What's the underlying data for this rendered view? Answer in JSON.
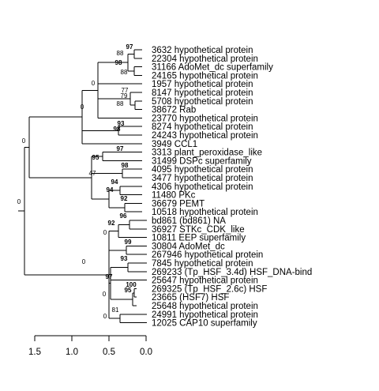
{
  "tree": {
    "leaves": [
      "3632 hypothetical protein",
      "22304 hypothetical protein",
      "31166 AdoMet_dc superfamily",
      "24165 hypothetical protein",
      "1957 hypothetical protein",
      "8147 hypothetical protein",
      "5708 hypothetical protein",
      "38672 Rab",
      "23770 hypothetical protein",
      "8274 hypothetical protein",
      "24243 hypothetical protein",
      "3949 CCL1",
      "3313 plant_peroxidase_like",
      "31499 DSPc superfamily",
      "4095 hypothetical protein",
      "3477 hypothetical protein",
      "4306 hypothetical protein",
      "11480 PKc",
      "36679 PEMT",
      "10518 hypothetical protein",
      "bd861 (bd861) NA",
      "36927 STKc_CDK_like",
      "10811 EEP superfamily",
      "30804 AdoMet_dc",
      "267946 hypothetical protein",
      "7845 hypothetical protein",
      "269233 (Tp_HSF_3.4d) HSF_DNA-bind",
      "25647 hypothetical protein",
      "269325 (Tp_HSF_2.6c) HSF",
      "23665 (HSF7) HSF",
      "25648 hypothetical protein",
      "24991 hypothetical protein",
      "12025 CAP10 superfamily"
    ],
    "bootstrap_labels": [
      "97",
      "88",
      "98",
      "88",
      "0",
      "77",
      "79",
      "88",
      "0",
      "93",
      "98",
      "0",
      "97",
      "95",
      "98",
      "47",
      "94",
      "94",
      "92",
      "0",
      "96",
      "92",
      "0",
      "99",
      "0",
      "93",
      "97",
      "100",
      "95",
      "0",
      "81",
      "0"
    ],
    "axis": {
      "ticks": [
        "1.5",
        "1.0",
        "0.5",
        "0.0"
      ]
    }
  }
}
